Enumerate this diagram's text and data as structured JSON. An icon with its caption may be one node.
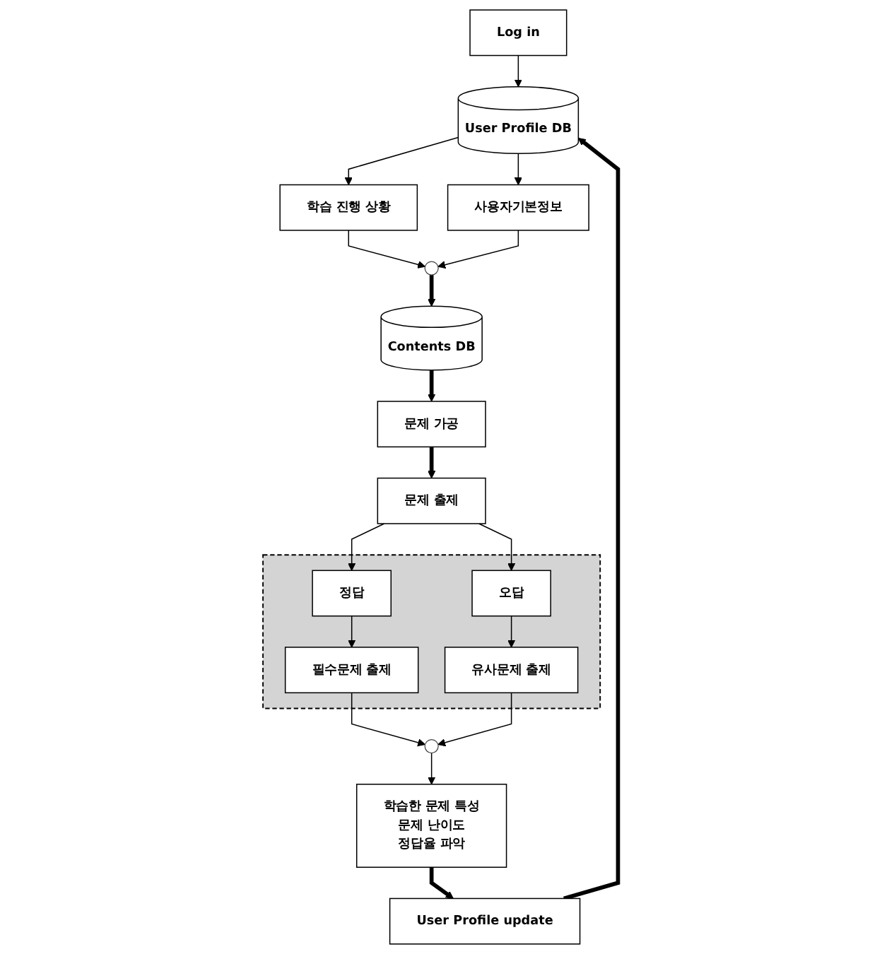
{
  "diagram": {
    "nodes": [
      {
        "text": [
          "Log in"
        ]
      },
      {
        "text": [
          "User Profile DB"
        ]
      },
      {
        "text": [
          "학습 진행 상황"
        ]
      },
      {
        "text": [
          "사용자기본정보"
        ]
      },
      {
        "text": [],
        "shape": "circle"
      },
      {
        "text": [
          "Contents DB"
        ]
      },
      {
        "text": [
          "문제 가공"
        ]
      },
      {
        "text": [],
        "shape": "box"
      },
      {
        "text": [
          "필수문제 출제"
        ],
        "in": 7
      },
      {
        "text": [
          "정답"
        ],
        "in": 7
      },
      {
        "text": [
          "유사문제 출제"
        ],
        "in": 7
      },
      {
        "text": [
          "오답"
        ],
        "in": 7
      },
      {
        "text": [
          "문제 출제"
        ]
      },
      {
        "text": [],
        "shape": "circle"
      },
      {
        "text": [
          "학습한 문제 특성",
          "문제 난이도",
          "정답율 파악"
        ]
      },
      {
        "text": [
          "User Profile update"
        ]
      }
    ],
    "edges": [
      {
        "from": 0,
        "to": 1,
        "arrow": "to"
      },
      {
        "from": 1,
        "to": 2,
        "arrow": "to"
      },
      {
        "from": 1,
        "to": 3,
        "arrow": "to"
      },
      {
        "from": 2,
        "to": 4,
        "arrow": "to"
      },
      {
        "from": 3,
        "to": 4,
        "arrow": "to"
      },
      {
        "from": 4,
        "to": 5,
        "arrow": "to",
        "style": "thick"
      },
      {
        "from": 5,
        "to": 6,
        "arrow": "to",
        "style": "thick"
      },
      {
        "from": 6,
        "to": 12,
        "arrow": "to",
        "style": "thick"
      },
      {
        "from": 12,
        "to": 9,
        "arrow": "to"
      },
      {
        "from": 12,
        "to": 11,
        "arrow": "to"
      },
      {
        "from": 9,
        "to": 8,
        "arrow": "to"
      },
      {
        "from": 11,
        "to": 10,
        "arrow": "to"
      },
      {
        "from": 8,
        "to": 13,
        "arrow": "to"
      },
      {
        "from": 10,
        "to": 13,
        "arrow": "to"
      },
      {
        "from": 13,
        "to": 14,
        "arrow": "to"
      },
      {
        "from": 14,
        "to": 15,
        "arrow": "to",
        "style": "thick"
      },
      {
        "from": 15,
        "to": 1,
        "arrow": "to",
        "style": "thick"
      }
    ]
  }
}
